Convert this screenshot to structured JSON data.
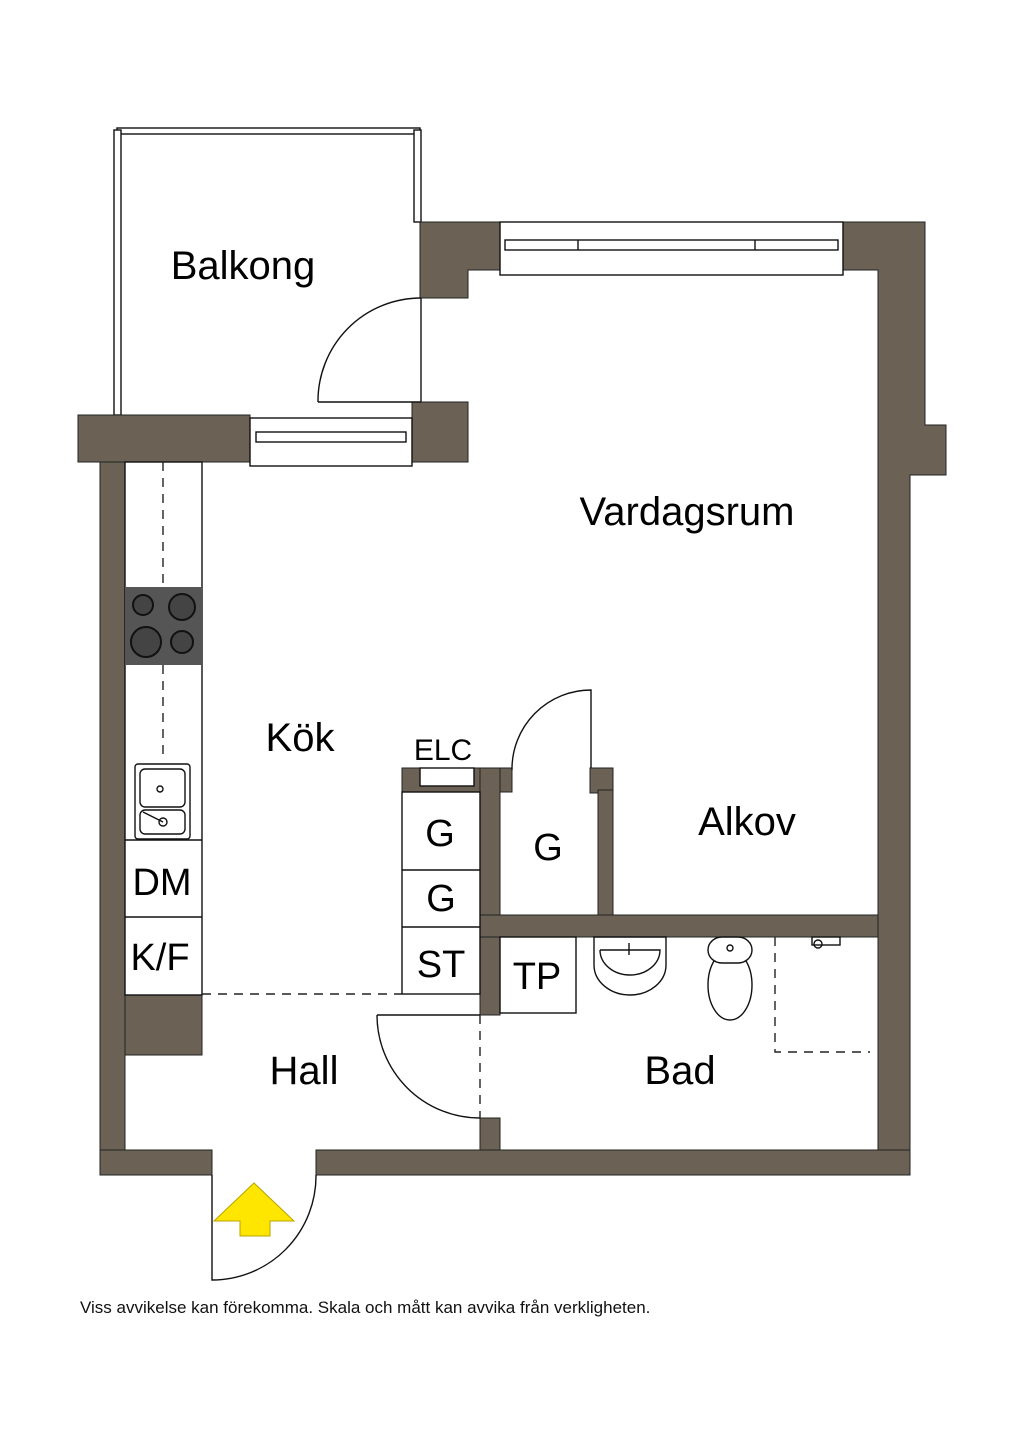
{
  "rooms": {
    "balcony": "Balkong",
    "living_room": "Vardagsrum",
    "kitchen": "Kök",
    "alcove": "Alkov",
    "hall": "Hall",
    "bathroom": "Bad"
  },
  "fixtures": {
    "electrical_cabinet": "ELC",
    "wardrobe_1": "G",
    "wardrobe_2": "G",
    "wardrobe_3": "G",
    "cleaning_closet": "ST",
    "dishwasher": "DM",
    "fridge_freezer": "K/F",
    "washing_machine": "TP"
  },
  "colors": {
    "wall": "#6b6255",
    "entrance_arrow": "#ffe600"
  },
  "footer": "Viss avvikelse kan förekomma. Skala och mått kan avvika från verkligheten."
}
